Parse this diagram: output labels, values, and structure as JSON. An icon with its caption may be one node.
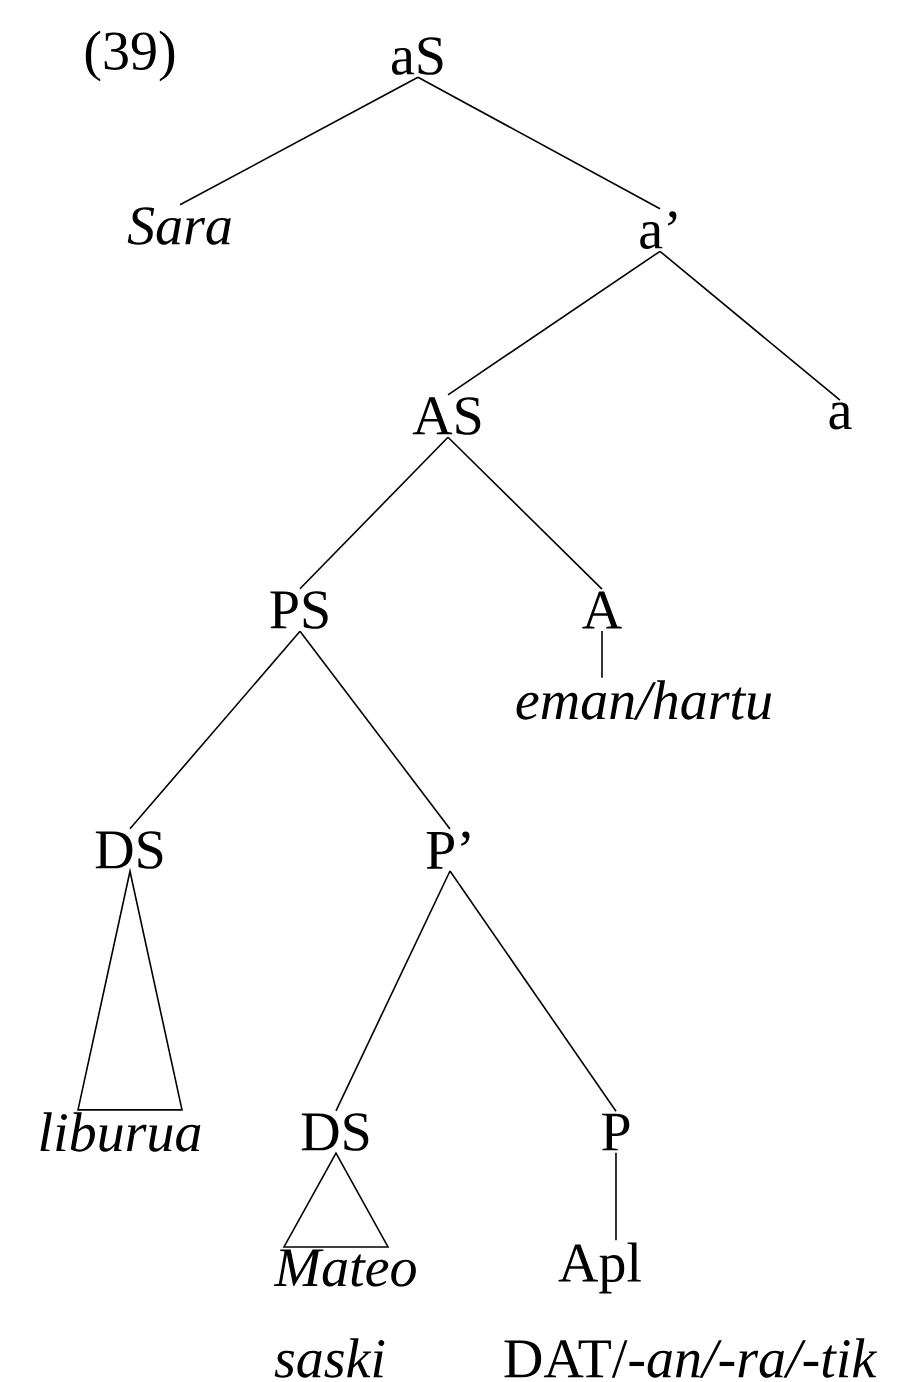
{
  "diagram": {
    "nodes": [
      {
        "text": [
          "aS"
        ]
      },
      {
        "text": [
          "Sara"
        ]
      },
      {
        "text": [
          "a’"
        ]
      },
      {
        "text": [
          "AS"
        ]
      },
      {
        "text": [
          "a"
        ]
      },
      {
        "text": [
          "PS"
        ]
      },
      {
        "text": [
          "A"
        ]
      },
      {
        "text": [
          "eman/hartu"
        ]
      },
      {
        "text": [
          "DS"
        ]
      },
      {
        "text": [
          "P’"
        ]
      },
      {
        "text": [
          "liburua"
        ]
      },
      {
        "text": [
          "DS"
        ]
      },
      {
        "text": [
          "P"
        ]
      },
      {
        "text": [
          "Mateo",
          "saski"
        ]
      },
      {
        "text": [
          "Apl",
          "DAT/*-an/-ra/-tik*"
        ]
      }
    ],
    "edges": [
      {
        "from": 0,
        "to": 1,
        "arrow": "none"
      },
      {
        "from": 0,
        "to": 2,
        "arrow": "none"
      },
      {
        "from": 2,
        "to": 3,
        "arrow": "none"
      },
      {
        "from": 2,
        "to": 4,
        "arrow": "none"
      },
      {
        "from": 3,
        "to": 5,
        "arrow": "none"
      },
      {
        "from": 3,
        "to": 6,
        "arrow": "none"
      },
      {
        "from": 6,
        "to": 7,
        "arrow": "none"
      },
      {
        "from": 5,
        "to": 8,
        "arrow": "none"
      },
      {
        "from": 5,
        "to": 9,
        "arrow": "none"
      },
      {
        "from": 8,
        "to": 10,
        "arrow": "none"
      },
      {
        "from": 9,
        "to": 11,
        "arrow": "none"
      },
      {
        "from": 9,
        "to": 12,
        "arrow": "none"
      },
      {
        "from": 11,
        "to": 13,
        "arrow": "none"
      },
      {
        "from": 12,
        "to": 14,
        "arrow": "none"
      }
    ],
    "labels": [
      "(39)"
    ]
  }
}
